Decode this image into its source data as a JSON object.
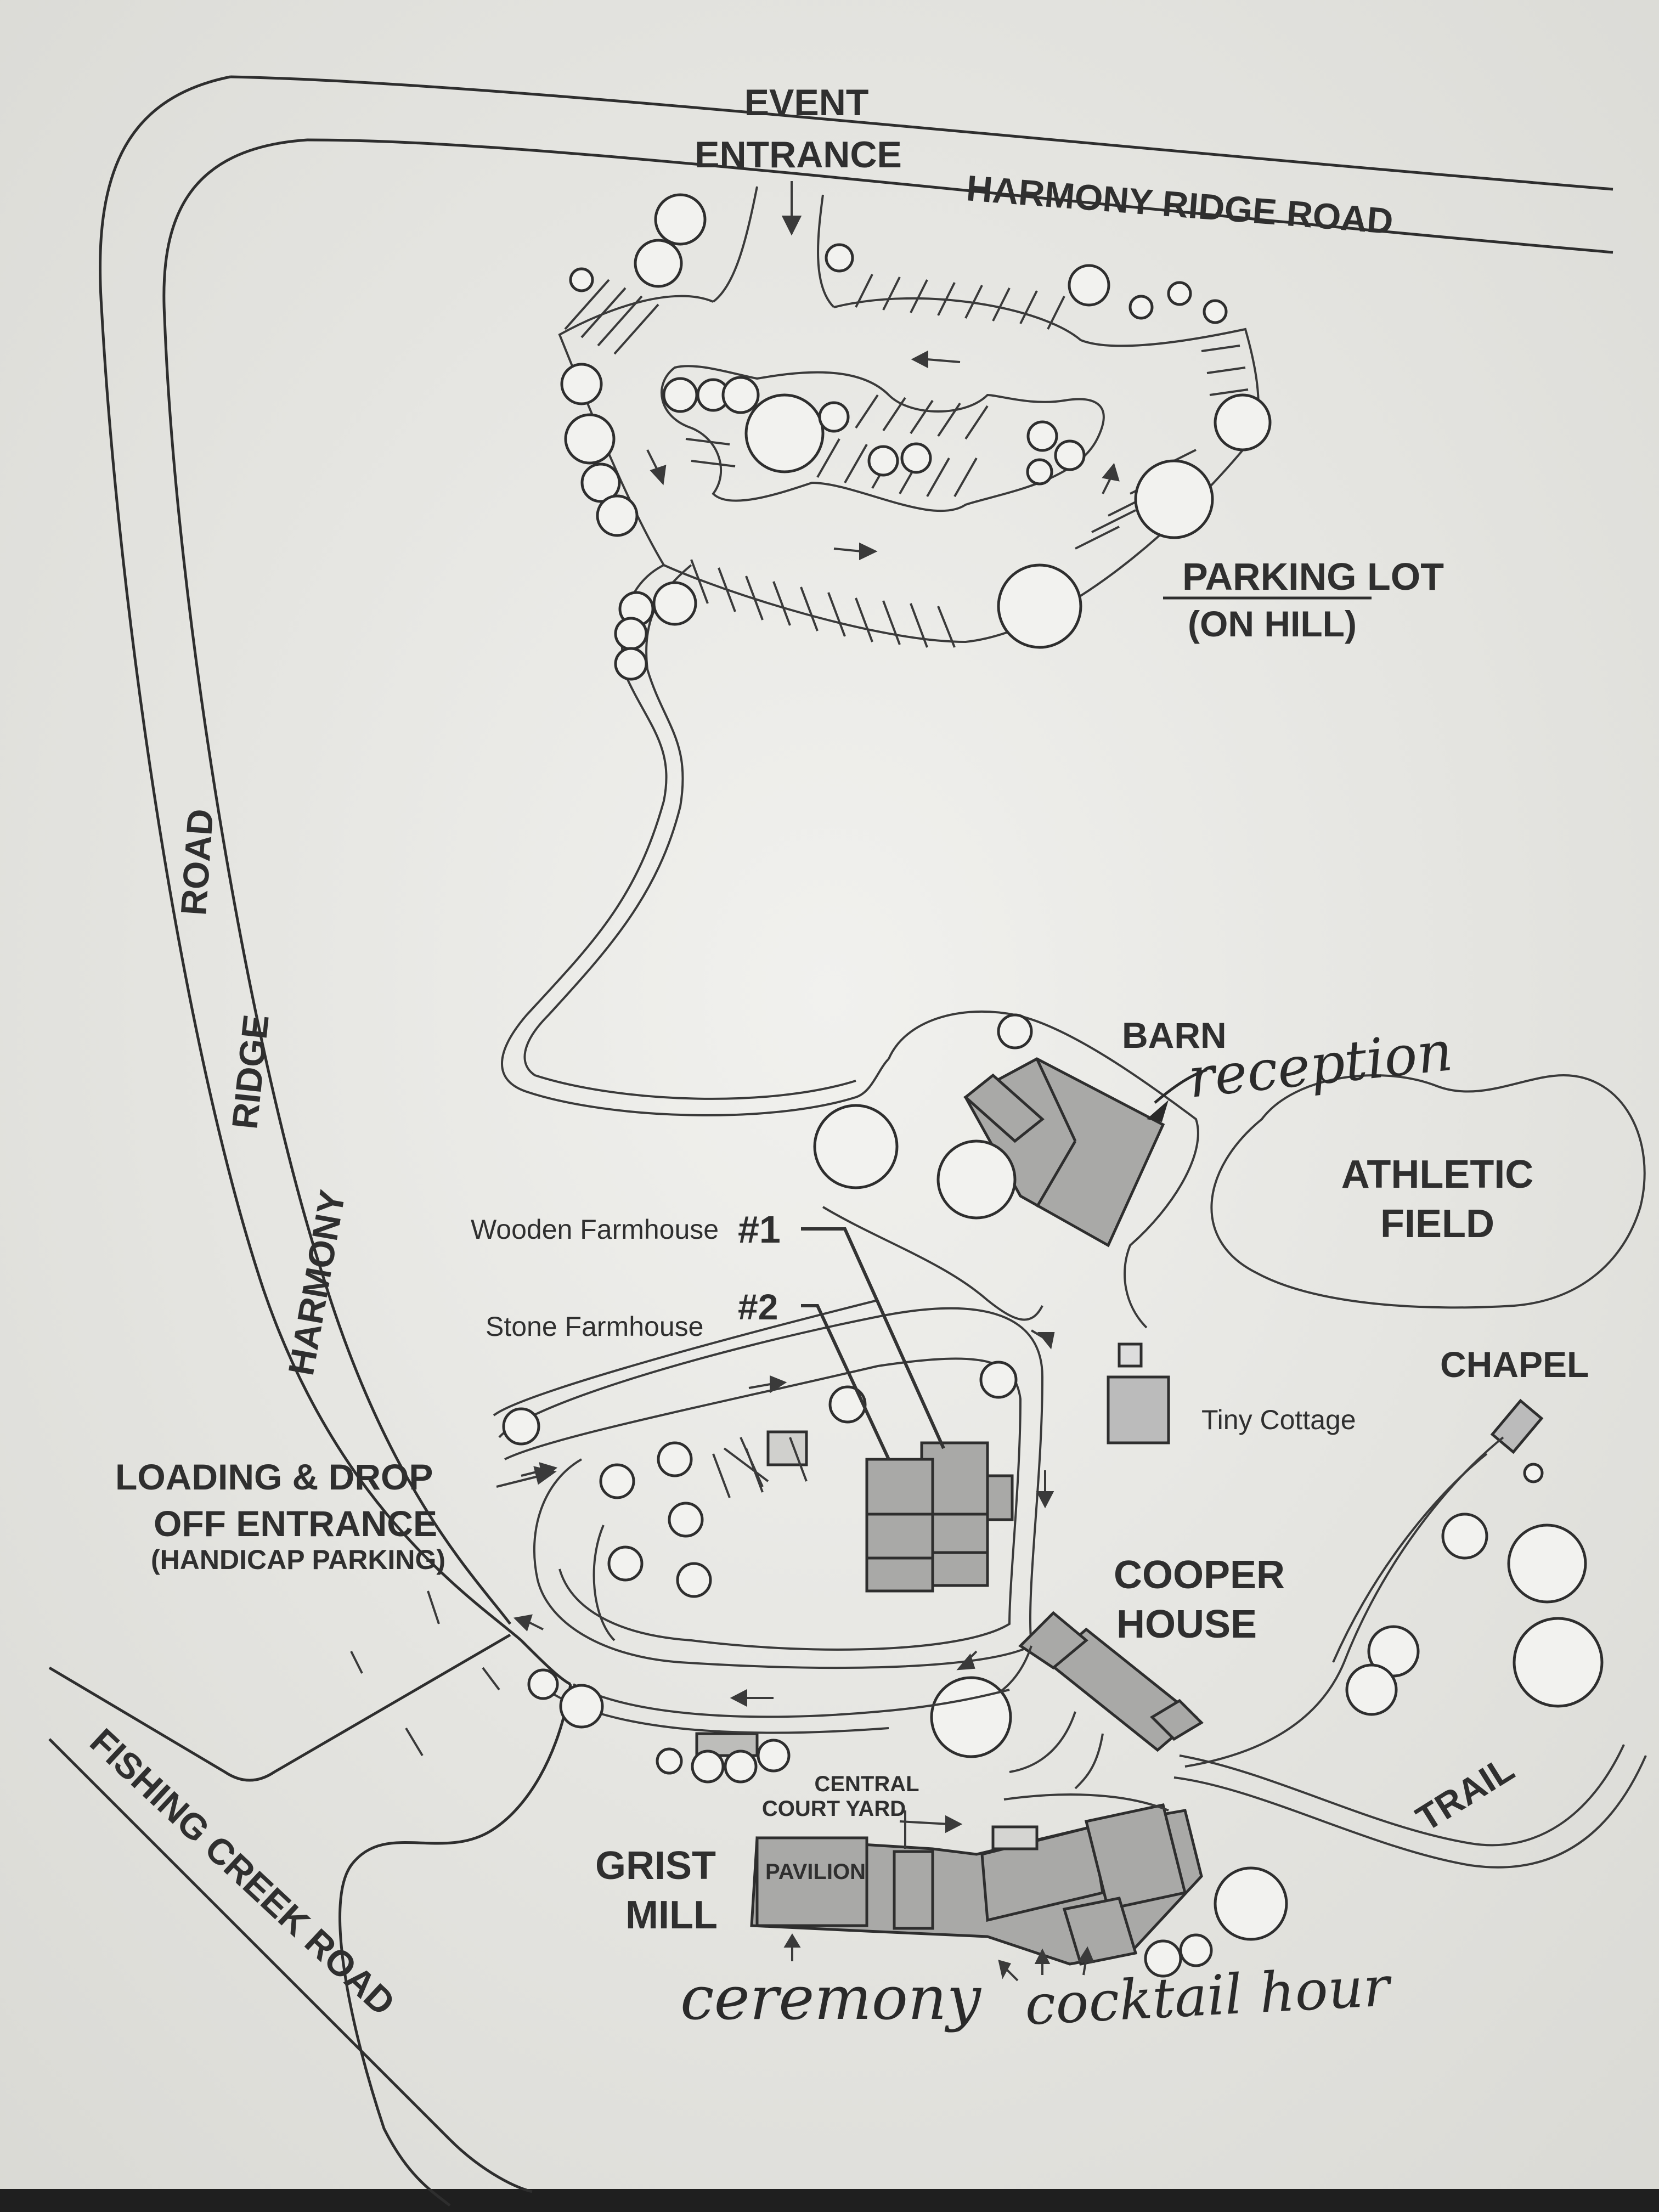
{
  "roads": {
    "event_entrance": [
      "EVENT",
      "ENTRANCE"
    ],
    "harmony_ridge_road_top": "HARMONY RIDGE ROAD",
    "harmony_ridge_road_vertical": [
      "HARMONY",
      "RIDGE",
      "ROAD"
    ],
    "fishing_creek_road": "FISHING CREEK ROAD"
  },
  "areas": {
    "parking_lot": [
      "PARKING LOT",
      "(ON HILL)"
    ],
    "barn": "BARN",
    "athletic_field": [
      "ATHLETIC",
      "FIELD"
    ],
    "wooden_farmhouse": "Wooden Farmhouse",
    "wooden_farmhouse_number": "#1",
    "stone_farmhouse": "Stone Farmhouse",
    "stone_farmhouse_number": "#2",
    "tiny_cottage": "Tiny Cottage",
    "chapel": "CHAPEL",
    "loading_entrance": [
      "LOADING & DROP",
      "OFF ENTRANCE",
      "(HANDICAP PARKING)"
    ],
    "cooper_house": [
      "COOPER",
      "HOUSE"
    ],
    "trail": "TRAIL",
    "central_court_yard": [
      "CENTRAL",
      "COURT YARD"
    ],
    "grist_mill": [
      "GRIST",
      "MILL"
    ],
    "pavilion": "PAVILION"
  },
  "handwritten": {
    "reception": "reception",
    "ceremony": "ceremony",
    "cocktail_hour": "cocktail hour"
  },
  "colors": {
    "paper": "#ecebe6",
    "ink": "#2e2e2e",
    "building_fill": "#a9a9a7"
  }
}
